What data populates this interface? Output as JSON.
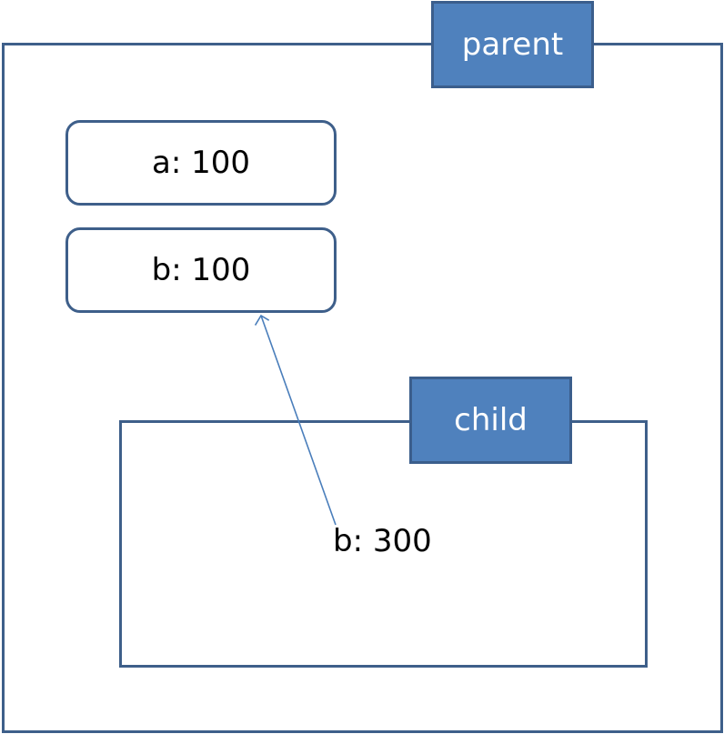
{
  "parent": {
    "label": "parent",
    "variables": [
      {
        "text": "a: 100"
      },
      {
        "text": "b: 100"
      }
    ]
  },
  "child": {
    "label": "child",
    "variables": [
      {
        "text": "b: 300"
      }
    ]
  },
  "colors": {
    "tag_fill": "#4f81bd",
    "border": "#3e5f8a",
    "arrow": "#4a7ebb"
  }
}
